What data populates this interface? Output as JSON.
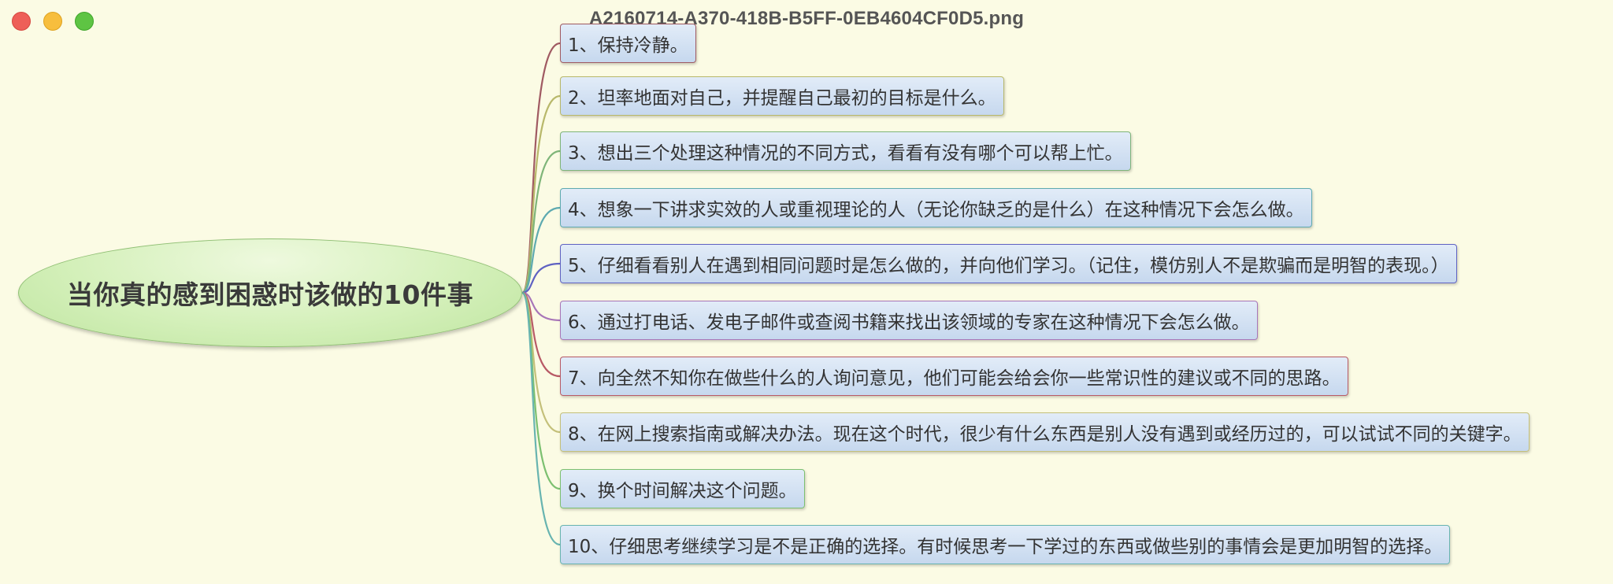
{
  "window": {
    "title": "A2160714-A370-418B-B5FF-0EB4604CF0D5.png"
  },
  "mindmap": {
    "root": "当你真的感到困惑时该做的10件事",
    "branches": [
      {
        "text": "1、保持冷静。",
        "color": "#a05a62"
      },
      {
        "text": "2、坦率地面对自己，并提醒自己最初的目标是什么。",
        "color": "#b8b86a"
      },
      {
        "text": "3、想出三个处理这种情况的不同方式，看看有没有哪个可以帮上忙。",
        "color": "#7fb579"
      },
      {
        "text": "4、想象一下讲求实效的人或重视理论的人（无论你缺乏的是什么）在这种情况下会怎么做。",
        "color": "#5eaab0"
      },
      {
        "text": "5、仔细看看别人在遇到相同问题时是怎么做的，并向他们学习。（记住，模仿别人不是欺骗而是明智的表现。）",
        "color": "#5f62c2"
      },
      {
        "text": "6、通过打电话、发电子邮件或查阅书籍来找出该领域的专家在这种情况下会怎么做。",
        "color": "#a876b8"
      },
      {
        "text": "7、向全然不知你在做些什么的人询问意见，他们可能会给会你一些常识性的建议或不同的思路。",
        "color": "#b85a66"
      },
      {
        "text": "8、在网上搜索指南或解决办法。现在这个时代，很少有什么东西是别人没有遇到或经历过的，可以试试不同的关键字。",
        "color": "#c4c07a"
      },
      {
        "text": "9、换个时间解决这个问题。",
        "color": "#7cc070"
      },
      {
        "text": "10、仔细思考继续学习是不是正确的选择。有时候思考一下学过的东西或做些别的事情会是更加明智的选择。",
        "color": "#68b4b0"
      }
    ]
  }
}
